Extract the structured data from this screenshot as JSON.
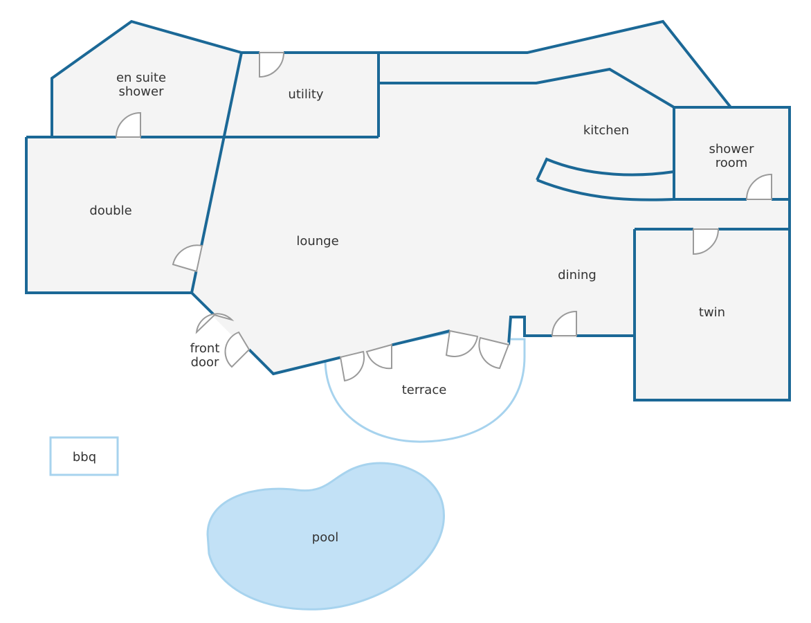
{
  "labels": {
    "en_suite_shower_line1": "en suite",
    "en_suite_shower_line2": "shower",
    "utility": "utility",
    "kitchen": "kitchen",
    "shower_room_line1": "shower",
    "shower_room_line2": "room",
    "double": "double",
    "lounge": "lounge",
    "dining": "dining",
    "twin": "twin",
    "front_door_line1": "front",
    "front_door_line2": "door",
    "terrace": "terrace",
    "bbq": "bbq",
    "pool": "pool"
  },
  "colors": {
    "wall": "#1b6896",
    "floor": "#f4f4f4",
    "outdoor_outline": "#a7d3ee",
    "pool_fill": "#c2e1f6",
    "door": "#9a9a9a",
    "text": "#333333"
  }
}
